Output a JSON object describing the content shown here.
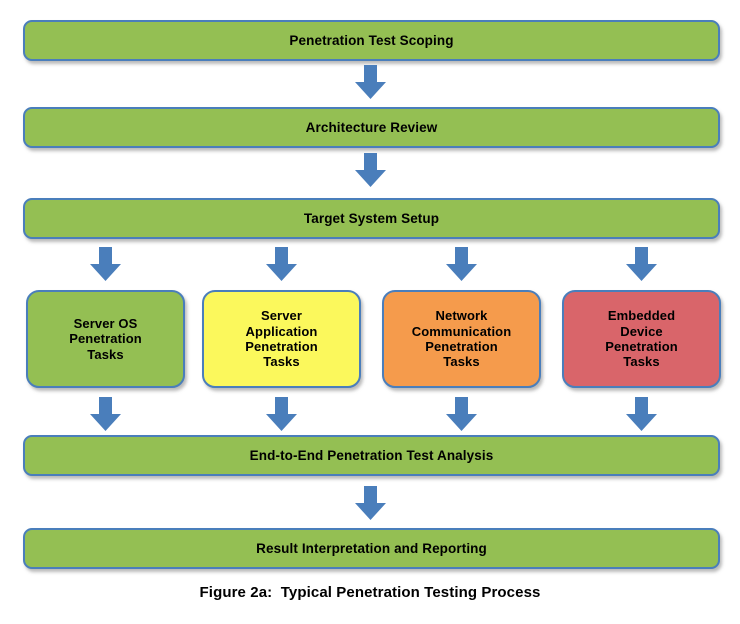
{
  "figure": {
    "caption": "Figure 2a:  Typical Penetration Testing Process",
    "colors": {
      "green": "#94bf53",
      "yellow": "#fbf85c",
      "orange": "#f59b4c",
      "red": "#d9656a",
      "border_blue": "#4a7ebb",
      "arrow_blue": "#4a7ebb",
      "text": "#000000",
      "background": "#ffffff"
    }
  },
  "chart_data": {
    "type": "diagram",
    "title": "Figure 2a:  Typical Penetration Testing Process",
    "nodes": [
      {
        "id": "scoping",
        "label": "Penetration Test Scoping",
        "color": "#94bf53",
        "shape": "wide-rounded-rect"
      },
      {
        "id": "architecture",
        "label": "Architecture Review",
        "color": "#94bf53",
        "shape": "wide-rounded-rect"
      },
      {
        "id": "setup",
        "label": "Target System Setup",
        "color": "#94bf53",
        "shape": "wide-rounded-rect"
      },
      {
        "id": "server-os",
        "label": "Server OS\nPenetration\nTasks",
        "color": "#94bf53",
        "shape": "rounded-rect"
      },
      {
        "id": "server-app",
        "label": "Server\nApplication\nPenetration\nTasks",
        "color": "#fbf85c",
        "shape": "rounded-rect"
      },
      {
        "id": "network",
        "label": "Network\nCommunication\nPenetration\nTasks",
        "color": "#f59b4c",
        "shape": "rounded-rect"
      },
      {
        "id": "embedded",
        "label": "Embedded\nDevice\nPenetration\nTasks",
        "color": "#d9656a",
        "shape": "rounded-rect"
      },
      {
        "id": "analysis",
        "label": "End-to-End Penetration Test Analysis",
        "color": "#94bf53",
        "shape": "wide-rounded-rect"
      },
      {
        "id": "reporting",
        "label": "Result Interpretation and Reporting",
        "color": "#94bf53",
        "shape": "wide-rounded-rect"
      }
    ],
    "edges": [
      {
        "from": "scoping",
        "to": "architecture",
        "style": "block-arrow-down"
      },
      {
        "from": "architecture",
        "to": "setup",
        "style": "block-arrow-down"
      },
      {
        "from": "setup",
        "to": "server-os",
        "style": "block-arrow-down"
      },
      {
        "from": "setup",
        "to": "server-app",
        "style": "block-arrow-down"
      },
      {
        "from": "setup",
        "to": "network",
        "style": "block-arrow-down"
      },
      {
        "from": "setup",
        "to": "embedded",
        "style": "block-arrow-down"
      },
      {
        "from": "server-os",
        "to": "analysis",
        "style": "block-arrow-down"
      },
      {
        "from": "server-app",
        "to": "analysis",
        "style": "block-arrow-down"
      },
      {
        "from": "network",
        "to": "analysis",
        "style": "block-arrow-down"
      },
      {
        "from": "embedded",
        "to": "analysis",
        "style": "block-arrow-down"
      },
      {
        "from": "analysis",
        "to": "reporting",
        "style": "block-arrow-down"
      }
    ],
    "layout": "top-to-bottom flow with a 4-way parallel branch"
  },
  "nodes": {
    "scoping": "Penetration Test Scoping",
    "architecture": "Architecture Review",
    "setup": "Target System Setup",
    "server_os": "Server OS\nPenetration\nTasks",
    "server_app": "Server\nApplication\nPenetration\nTasks",
    "network": "Network\nCommunication\nPenetration\nTasks",
    "embedded": "Embedded\nDevice\nPenetration\nTasks",
    "analysis": "End-to-End Penetration Test Analysis",
    "reporting": "Result Interpretation and Reporting"
  }
}
